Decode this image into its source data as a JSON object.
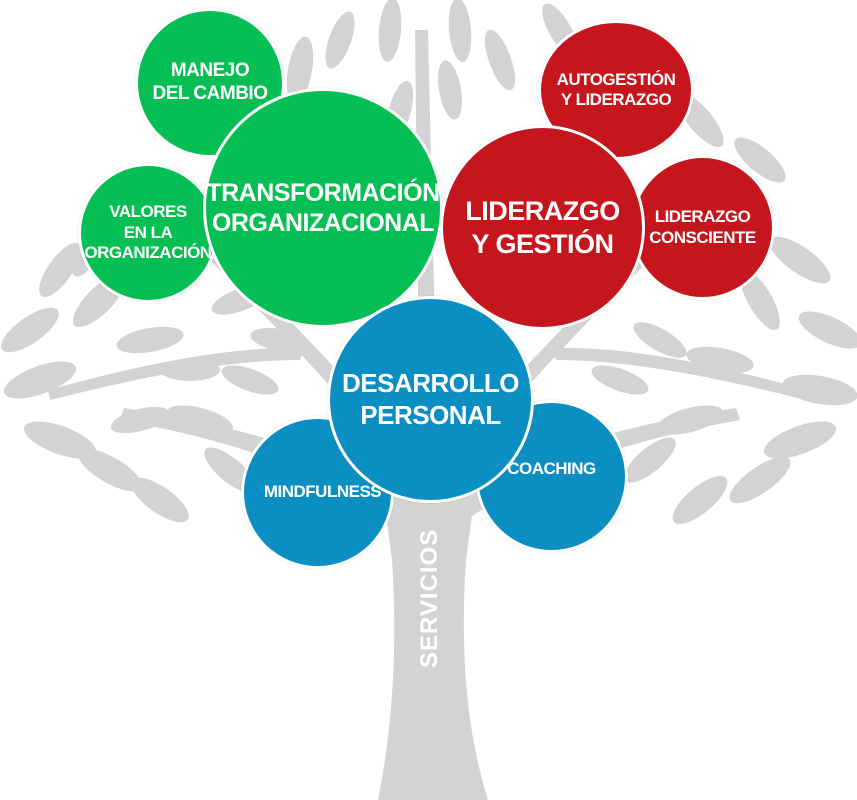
{
  "colors": {
    "tree": "#d3d3d3",
    "green": "#06bf54",
    "red": "#c4161c",
    "blue": "#0b8ec2"
  },
  "trunk_label": "SERVICIOS",
  "groups": {
    "transformacion": {
      "main": "TRANSFORMACIÓN\nORGANIZACIONAL",
      "manejo": "MANEJO\nDEL CAMBIO",
      "valores": "VALORES\nEN LA\nORGANIZACIÓN"
    },
    "liderazgo": {
      "main": "LIDERAZGO\nY GESTIÓN",
      "autogestion": "AUTOGESTIÓN\nY LIDERAZGO",
      "consciente": "LIDERAZGO\nCONSCIENTE"
    },
    "desarrollo": {
      "main": "DESARROLLO\nPERSONAL",
      "mindfulness": "MINDFULNESS",
      "coaching": "COACHING"
    }
  }
}
